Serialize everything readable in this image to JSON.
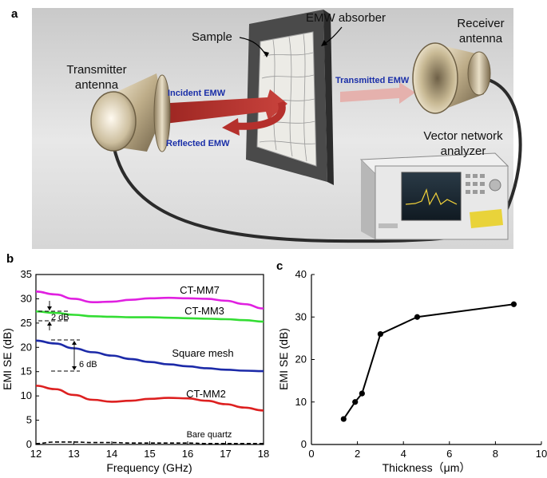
{
  "panels": {
    "a": "a",
    "b": "b",
    "c": "c"
  },
  "schematic": {
    "sample": "Sample",
    "absorber": "EMW absorber",
    "transmitter": [
      "Transmitter",
      "antenna"
    ],
    "receiver": [
      "Receiver",
      "antenna"
    ],
    "vna": [
      "Vector network",
      "analyzer"
    ],
    "incident": "Incident EMW",
    "reflected": "Reflected EMW",
    "transmitted": "Transmitted EMW",
    "colors": {
      "beam": "#b5302c",
      "transmitted_beam": "#e6a9a4",
      "label_blue": "#1a2fa8",
      "absorber": "#4a4a4a"
    }
  },
  "chart_data": [
    {
      "type": "line",
      "xlabel": "Frequency (GHz)",
      "ylabel": "EMI SE (dB)",
      "xlim": [
        12,
        18
      ],
      "ylim": [
        0,
        35
      ],
      "xticks": [
        12,
        13,
        14,
        15,
        16,
        17,
        18
      ],
      "yticks": [
        0,
        5,
        10,
        15,
        20,
        25,
        30,
        35
      ],
      "series": [
        {
          "name": "CT-MM7",
          "color": "#e020e0",
          "x": [
            12,
            12.5,
            13,
            13.5,
            14,
            14.5,
            15,
            15.5,
            16,
            16.5,
            17,
            17.5,
            18
          ],
          "y": [
            31.5,
            30.9,
            30.0,
            29.3,
            29.4,
            29.8,
            30.1,
            30.2,
            30.1,
            30.0,
            29.6,
            28.9,
            28.0
          ]
        },
        {
          "name": "CT-MM3",
          "color": "#33dd33",
          "x": [
            12,
            12.5,
            13,
            13.5,
            14,
            14.5,
            15,
            15.5,
            16,
            16.5,
            17,
            17.5,
            18
          ],
          "y": [
            27.4,
            27.1,
            26.7,
            26.4,
            26.3,
            26.2,
            26.2,
            26.1,
            26.0,
            25.9,
            25.8,
            25.6,
            25.3
          ]
        },
        {
          "name": "Square mesh",
          "color": "#1c2aa8",
          "x": [
            12,
            12.5,
            13,
            13.5,
            14,
            14.5,
            15,
            15.5,
            16,
            16.5,
            17,
            17.5,
            18
          ],
          "y": [
            21.4,
            20.8,
            19.8,
            19.0,
            18.3,
            17.6,
            17.0,
            16.5,
            16.1,
            15.7,
            15.4,
            15.2,
            15.1
          ]
        },
        {
          "name": "CT-MM2",
          "color": "#dd2020",
          "x": [
            12,
            12.5,
            13,
            13.5,
            14,
            14.5,
            15,
            15.5,
            16,
            16.5,
            17,
            17.5,
            18
          ],
          "y": [
            12.1,
            11.4,
            10.2,
            9.2,
            8.8,
            9.0,
            9.4,
            9.6,
            9.5,
            9.0,
            8.3,
            7.6,
            7.0
          ]
        },
        {
          "name": "Bare quartz",
          "color": "#000000",
          "dashed": true,
          "x": [
            12,
            12.5,
            13,
            13.5,
            14,
            14.5,
            15,
            15.5,
            16,
            16.5,
            17,
            17.5,
            18
          ],
          "y": [
            0.2,
            0.5,
            0.5,
            0.4,
            0.4,
            0.3,
            0.3,
            0.3,
            0.3,
            0.2,
            0.2,
            0.2,
            0.2
          ]
        }
      ],
      "annotations": [
        "2 dB",
        "6 dB"
      ]
    },
    {
      "type": "line",
      "xlabel": "Thickness（μm）",
      "ylabel": "EMI SE (dB)",
      "xlim": [
        0,
        10
      ],
      "ylim": [
        0,
        40
      ],
      "xticks": [
        0,
        2,
        4,
        6,
        8,
        10
      ],
      "yticks": [
        0,
        10,
        20,
        30,
        40
      ],
      "series": [
        {
          "color": "#000000",
          "x": [
            1.4,
            1.9,
            2.2,
            3.0,
            4.6,
            8.8
          ],
          "y": [
            6.0,
            10.0,
            12.0,
            26.0,
            30.0,
            33.0
          ]
        }
      ]
    }
  ]
}
